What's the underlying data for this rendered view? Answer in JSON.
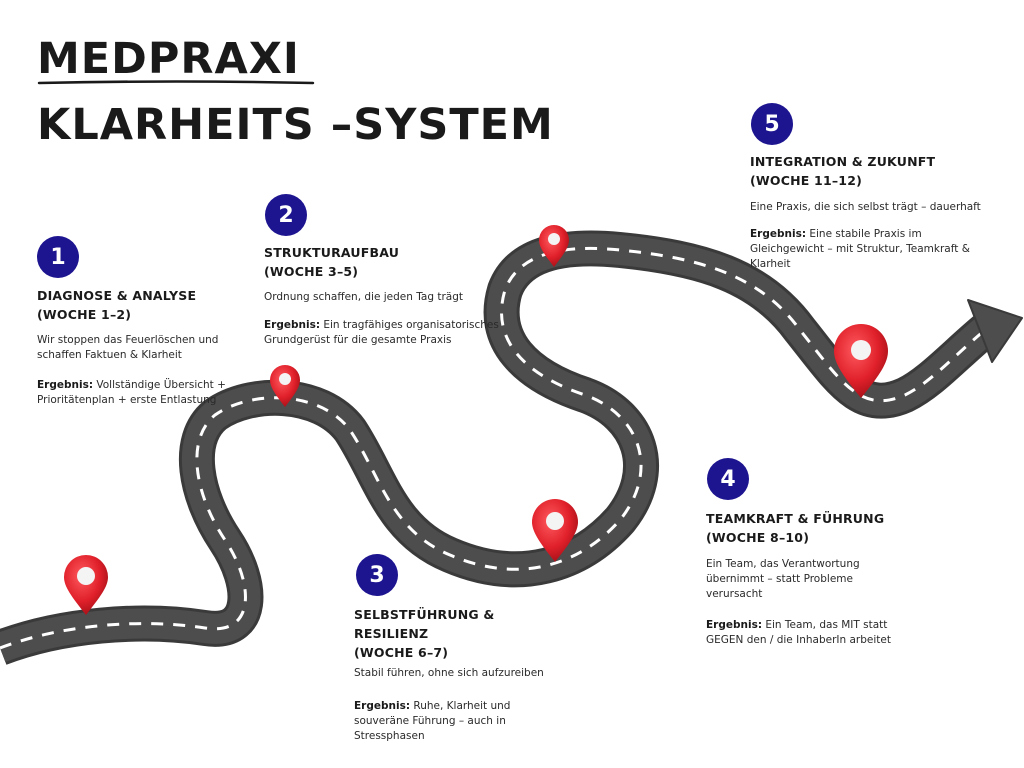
{
  "title": {
    "line1": "MEDPRAXI",
    "line2": "KLARHEITS –SYSTEM"
  },
  "colors": {
    "road": "#4a4a4a",
    "road_edge": "#3a3a3a",
    "badge": "#1d1490",
    "pin": "#e0202a",
    "text": "#1a1a1a"
  },
  "steps": [
    {
      "number": "1",
      "heading": [
        "DIAGNOSE & ANALYSE",
        "(WOCHE 1–2)"
      ],
      "description": [
        "Wir stoppen das Feuerlöschen und",
        "schaffen Faktuen & Klarheit"
      ],
      "result_label": "Ergebnis:",
      "result": [
        " Vollständige Übersicht +",
        "Prioritätenplan + erste Entlastung"
      ]
    },
    {
      "number": "2",
      "heading": [
        "STRUKTURAUFBAU",
        "(WOCHE 3–5)"
      ],
      "description": [
        "Ordnung schaffen, die jeden Tag trägt"
      ],
      "result_label": "Ergebnis:",
      "result": [
        " Ein tragfähiges organisatorisches",
        "Grundgerüst für die gesamte Praxis"
      ]
    },
    {
      "number": "3",
      "heading": [
        "SELBSTFÜHRUNG &",
        "RESILIENZ",
        "(WOCHE 6–7)"
      ],
      "description": [
        "Stabil führen, ohne sich aufzureiben"
      ],
      "result_label": "Ergebnis:",
      "result": [
        " Ruhe, Klarheit und",
        "souveräne Führung – auch in",
        "Stressphasen"
      ]
    },
    {
      "number": "4",
      "heading": [
        "TEAMKRAFT & FÜHRUNG",
        "(WOCHE 8–10)"
      ],
      "description": [
        "Ein Team, das Verantwortung",
        "übernimmt – statt Probleme",
        "verursacht"
      ],
      "result_label": "Ergebnis:",
      "result": [
        " Ein Team, das MIT statt",
        "GEGEN den / die  InhaberIn arbeitet"
      ]
    },
    {
      "number": "5",
      "heading": [
        "INTEGRATION & ZUKUNFT",
        "(WOCHE 11–12)"
      ],
      "description": [
        "Eine Praxis, die sich selbst trägt – dauerhaft"
      ],
      "result_label": "Ergebnis:",
      "result": [
        " Eine stabile Praxis im",
        "Gleichgewicht – mit Struktur, Teamkraft &",
        "Klarheit"
      ]
    }
  ]
}
